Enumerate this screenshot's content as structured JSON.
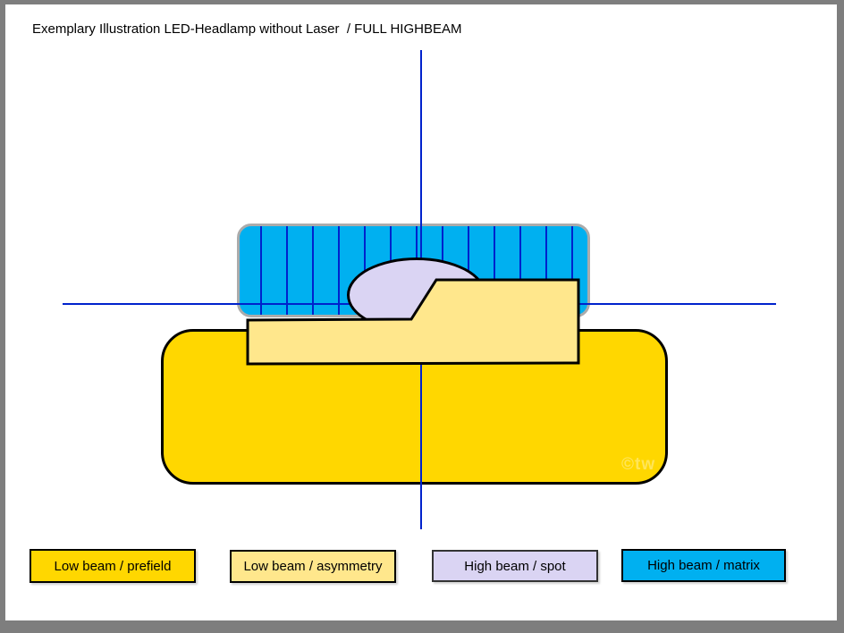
{
  "title": "Exemplary Illustration LED-Headlamp without Laser  / FULL HIGHBEAM",
  "watermark": "©tw",
  "colors": {
    "frame": "#7E7E7E",
    "background": "#FFFFFF",
    "axis_blue": "#0022CC",
    "matrix_fill": "#00B0F0",
    "matrix_border": "#ABABAB",
    "prefield_fill": "#FFD700",
    "asymmetry_fill": "#FFE78C",
    "spot_fill": "#DAD4F3",
    "outline_black": "#000000",
    "watermark_color": "rgba(255,255,255,0.35)"
  },
  "diagram": {
    "axes": {
      "type": "crosshair",
      "color_key": "axis_blue"
    },
    "matrix": {
      "label": "High beam / matrix",
      "shape": "rounded-rect",
      "segment_line_count": 13
    },
    "spot": {
      "label": "High beam / spot",
      "shape": "ellipse"
    },
    "asymmetry": {
      "label": "Low beam / asymmetry",
      "shape": "stepped-polygon"
    },
    "prefield": {
      "label": "Low beam / prefield",
      "shape": "rounded-rect"
    }
  },
  "legend": {
    "items": [
      {
        "label": "Low beam / prefield",
        "color": "#FFD700"
      },
      {
        "label": "Low beam / asymmetry",
        "color": "#FFE78C"
      },
      {
        "label": "High beam / spot",
        "color": "#DAD4F3"
      },
      {
        "label": "High beam / matrix",
        "color": "#00B0F0"
      }
    ]
  }
}
